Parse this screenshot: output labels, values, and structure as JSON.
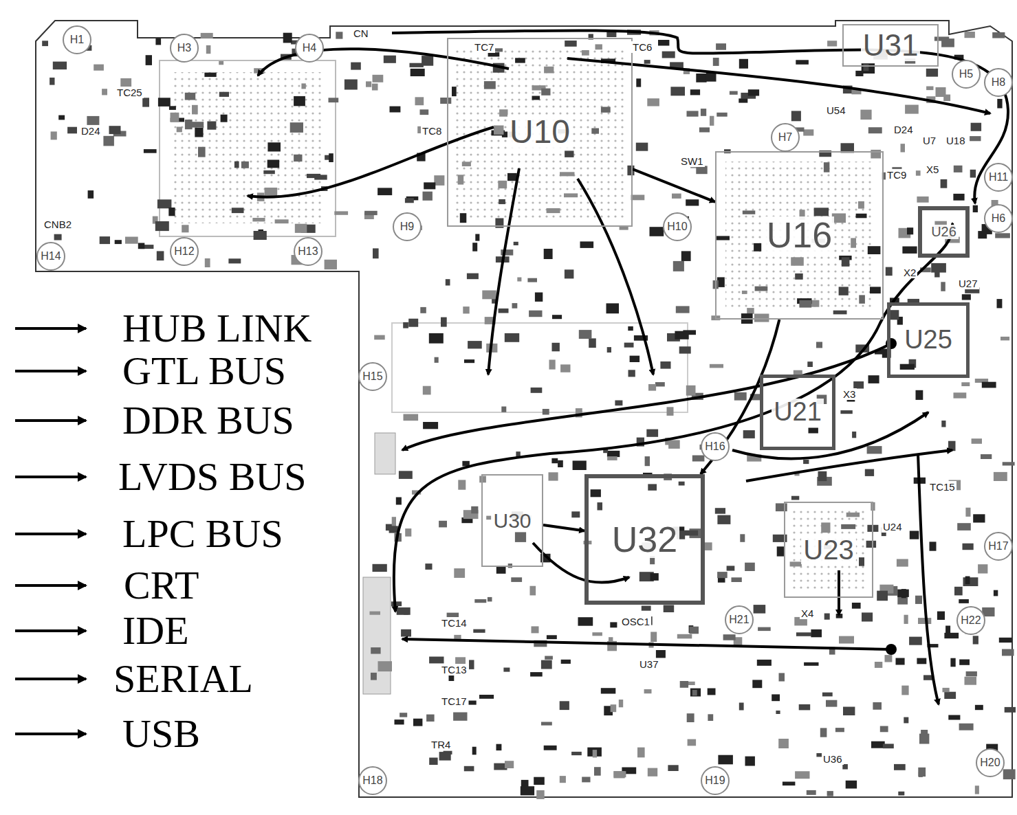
{
  "diagram": {
    "nodes": [
      {
        "text": [
          "U10"
        ]
      },
      {
        "text": [
          "U16"
        ]
      },
      {
        "text": [
          "U32"
        ]
      },
      {
        "text": [
          "U30"
        ]
      },
      {
        "text": [
          "U23"
        ]
      },
      {
        "text": [
          "U21"
        ]
      },
      {
        "text": [
          "U25"
        ]
      },
      {
        "text": [
          "U26"
        ]
      },
      {
        "text": [
          "U31"
        ]
      },
      {
        "text": [
          "H1"
        ]
      },
      {
        "text": [
          "H3"
        ]
      },
      {
        "text": [
          "H4"
        ]
      },
      {
        "text": [
          "H5"
        ]
      },
      {
        "text": [
          "H6"
        ]
      },
      {
        "text": [
          "H7"
        ]
      },
      {
        "text": [
          "H8"
        ]
      },
      {
        "text": [
          "H9"
        ]
      },
      {
        "text": [
          "H10"
        ]
      },
      {
        "text": [
          "H11"
        ]
      },
      {
        "text": [
          "H12"
        ]
      },
      {
        "text": [
          "H13"
        ]
      },
      {
        "text": [
          "H14"
        ]
      },
      {
        "text": [
          "H15"
        ]
      },
      {
        "text": [
          "H16"
        ]
      },
      {
        "text": [
          "H17"
        ]
      },
      {
        "text": [
          "H18"
        ]
      },
      {
        "text": [
          "H19"
        ]
      },
      {
        "text": [
          "H20"
        ]
      },
      {
        "text": [
          "H21"
        ]
      },
      {
        "text": [
          "H22"
        ]
      }
    ],
    "edges": [
      {
        "from": 0,
        "to": 1,
        "arrow": "to"
      },
      {
        "from": 1,
        "to": 2,
        "arrow": "to"
      },
      {
        "from": 3,
        "to": 2,
        "arrow": "to"
      }
    ],
    "labels": [
      "CN",
      "TC7",
      "TC6",
      "TC8",
      "SW1",
      "U54",
      "D24",
      "U7",
      "U18",
      "X5",
      "TC9",
      "X2",
      "U27",
      "X3",
      "TC25",
      "D24",
      "CNB2",
      "TC14",
      "TC13",
      "TC17",
      "TR4",
      "OSC1",
      "U37",
      "X4",
      "U24",
      "TC15",
      "U36"
    ],
    "legend": [
      {
        "text": "HUB LINK"
      },
      {
        "text": "GTL BUS"
      },
      {
        "text": "DDR BUS"
      },
      {
        "text": "LVDS BUS"
      },
      {
        "text": "LPC BUS"
      },
      {
        "text": "CRT"
      },
      {
        "text": "IDE"
      },
      {
        "text": "SERIAL"
      },
      {
        "text": "USB"
      }
    ]
  }
}
